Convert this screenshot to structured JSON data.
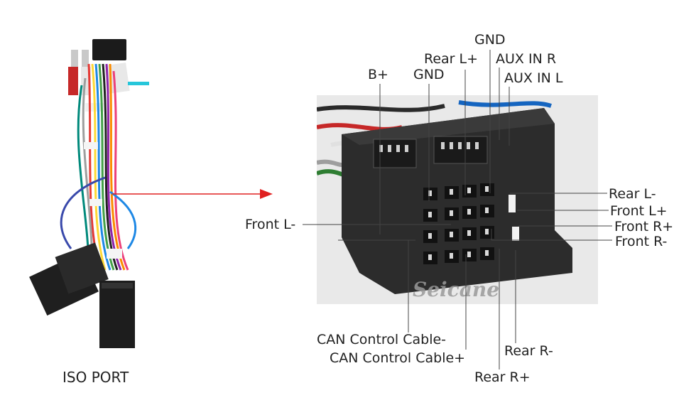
{
  "caption": "ISO PORT",
  "watermark": "Seicane",
  "pins": {
    "gnd_top": "GND",
    "rear_l_plus": "Rear L+",
    "aux_in_r": "AUX IN R",
    "b_plus": "B+",
    "gnd": "GND",
    "aux_in_l": "AUX IN L",
    "rear_l_minus": "Rear L-",
    "front_l_plus": "Front L+",
    "front_r_plus": "Front R+",
    "front_r_minus": "Front R-",
    "front_l_minus": "Front L-",
    "can_control_minus": "CAN Control Cable-",
    "can_control_plus": "CAN Control Cable+",
    "rear_r_minus": "Rear R-",
    "rear_r_plus": "Rear R+"
  },
  "colors": {
    "arrow": "#e02020",
    "connector": "#2a2a2a",
    "leader_line": "#444444"
  }
}
